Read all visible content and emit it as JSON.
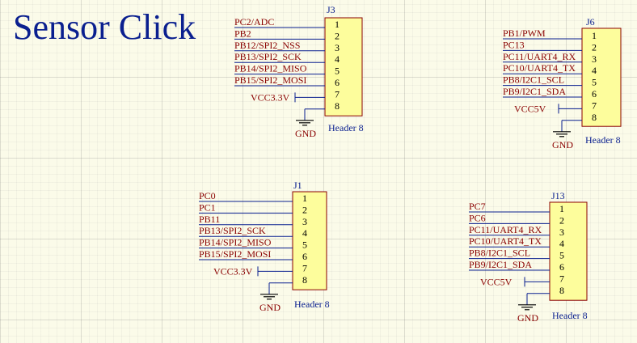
{
  "title": "Sensor Click",
  "colors": {
    "body_fill": "#fdfd9c",
    "body_stroke": "#8a0000",
    "wire": "#0a1f8f",
    "net_label": "#8a0000",
    "designator": "#0a1f8f"
  },
  "connectors": [
    {
      "designator": "J3",
      "comment": "Header 8",
      "pin_numbers": [
        "1",
        "2",
        "3",
        "4",
        "5",
        "6",
        "7",
        "8"
      ],
      "nets": [
        "PC2/ADC",
        "PB2",
        "PB12/SPI2_NSS",
        "PB13/SPI2_SCK",
        "PB14/SPI2_MISO",
        "PB15/SPI2_MOSI"
      ],
      "power": "VCC3.3V",
      "ground": "GND"
    },
    {
      "designator": "J6",
      "comment": "Header 8",
      "pin_numbers": [
        "1",
        "2",
        "3",
        "4",
        "5",
        "6",
        "7",
        "8"
      ],
      "nets": [
        "PB1/PWM",
        "PC13",
        "PC11/UART4_RX",
        "PC10/UART4_TX",
        "PB8/I2C1_SCL",
        "PB9/I2C1_SDA"
      ],
      "power": "VCC5V",
      "ground": "GND"
    },
    {
      "designator": "J1",
      "comment": "Header 8",
      "pin_numbers": [
        "1",
        "2",
        "3",
        "4",
        "5",
        "6",
        "7",
        "8"
      ],
      "nets": [
        "PC0",
        "PC1",
        "PB11",
        "PB13/SPI2_SCK",
        "PB14/SPI2_MISO",
        "PB15/SPI2_MOSI"
      ],
      "power": "VCC3.3V",
      "ground": "GND"
    },
    {
      "designator": "J13",
      "comment": "Header 8",
      "pin_numbers": [
        "1",
        "2",
        "3",
        "4",
        "5",
        "6",
        "7",
        "8"
      ],
      "nets": [
        "PC7",
        "PC6",
        "PC11/UART4_RX",
        "PC10/UART4_TX",
        "PB8/I2C1_SCL",
        "PB9/I2C1_SDA"
      ],
      "power": "VCC5V",
      "ground": "GND"
    }
  ]
}
